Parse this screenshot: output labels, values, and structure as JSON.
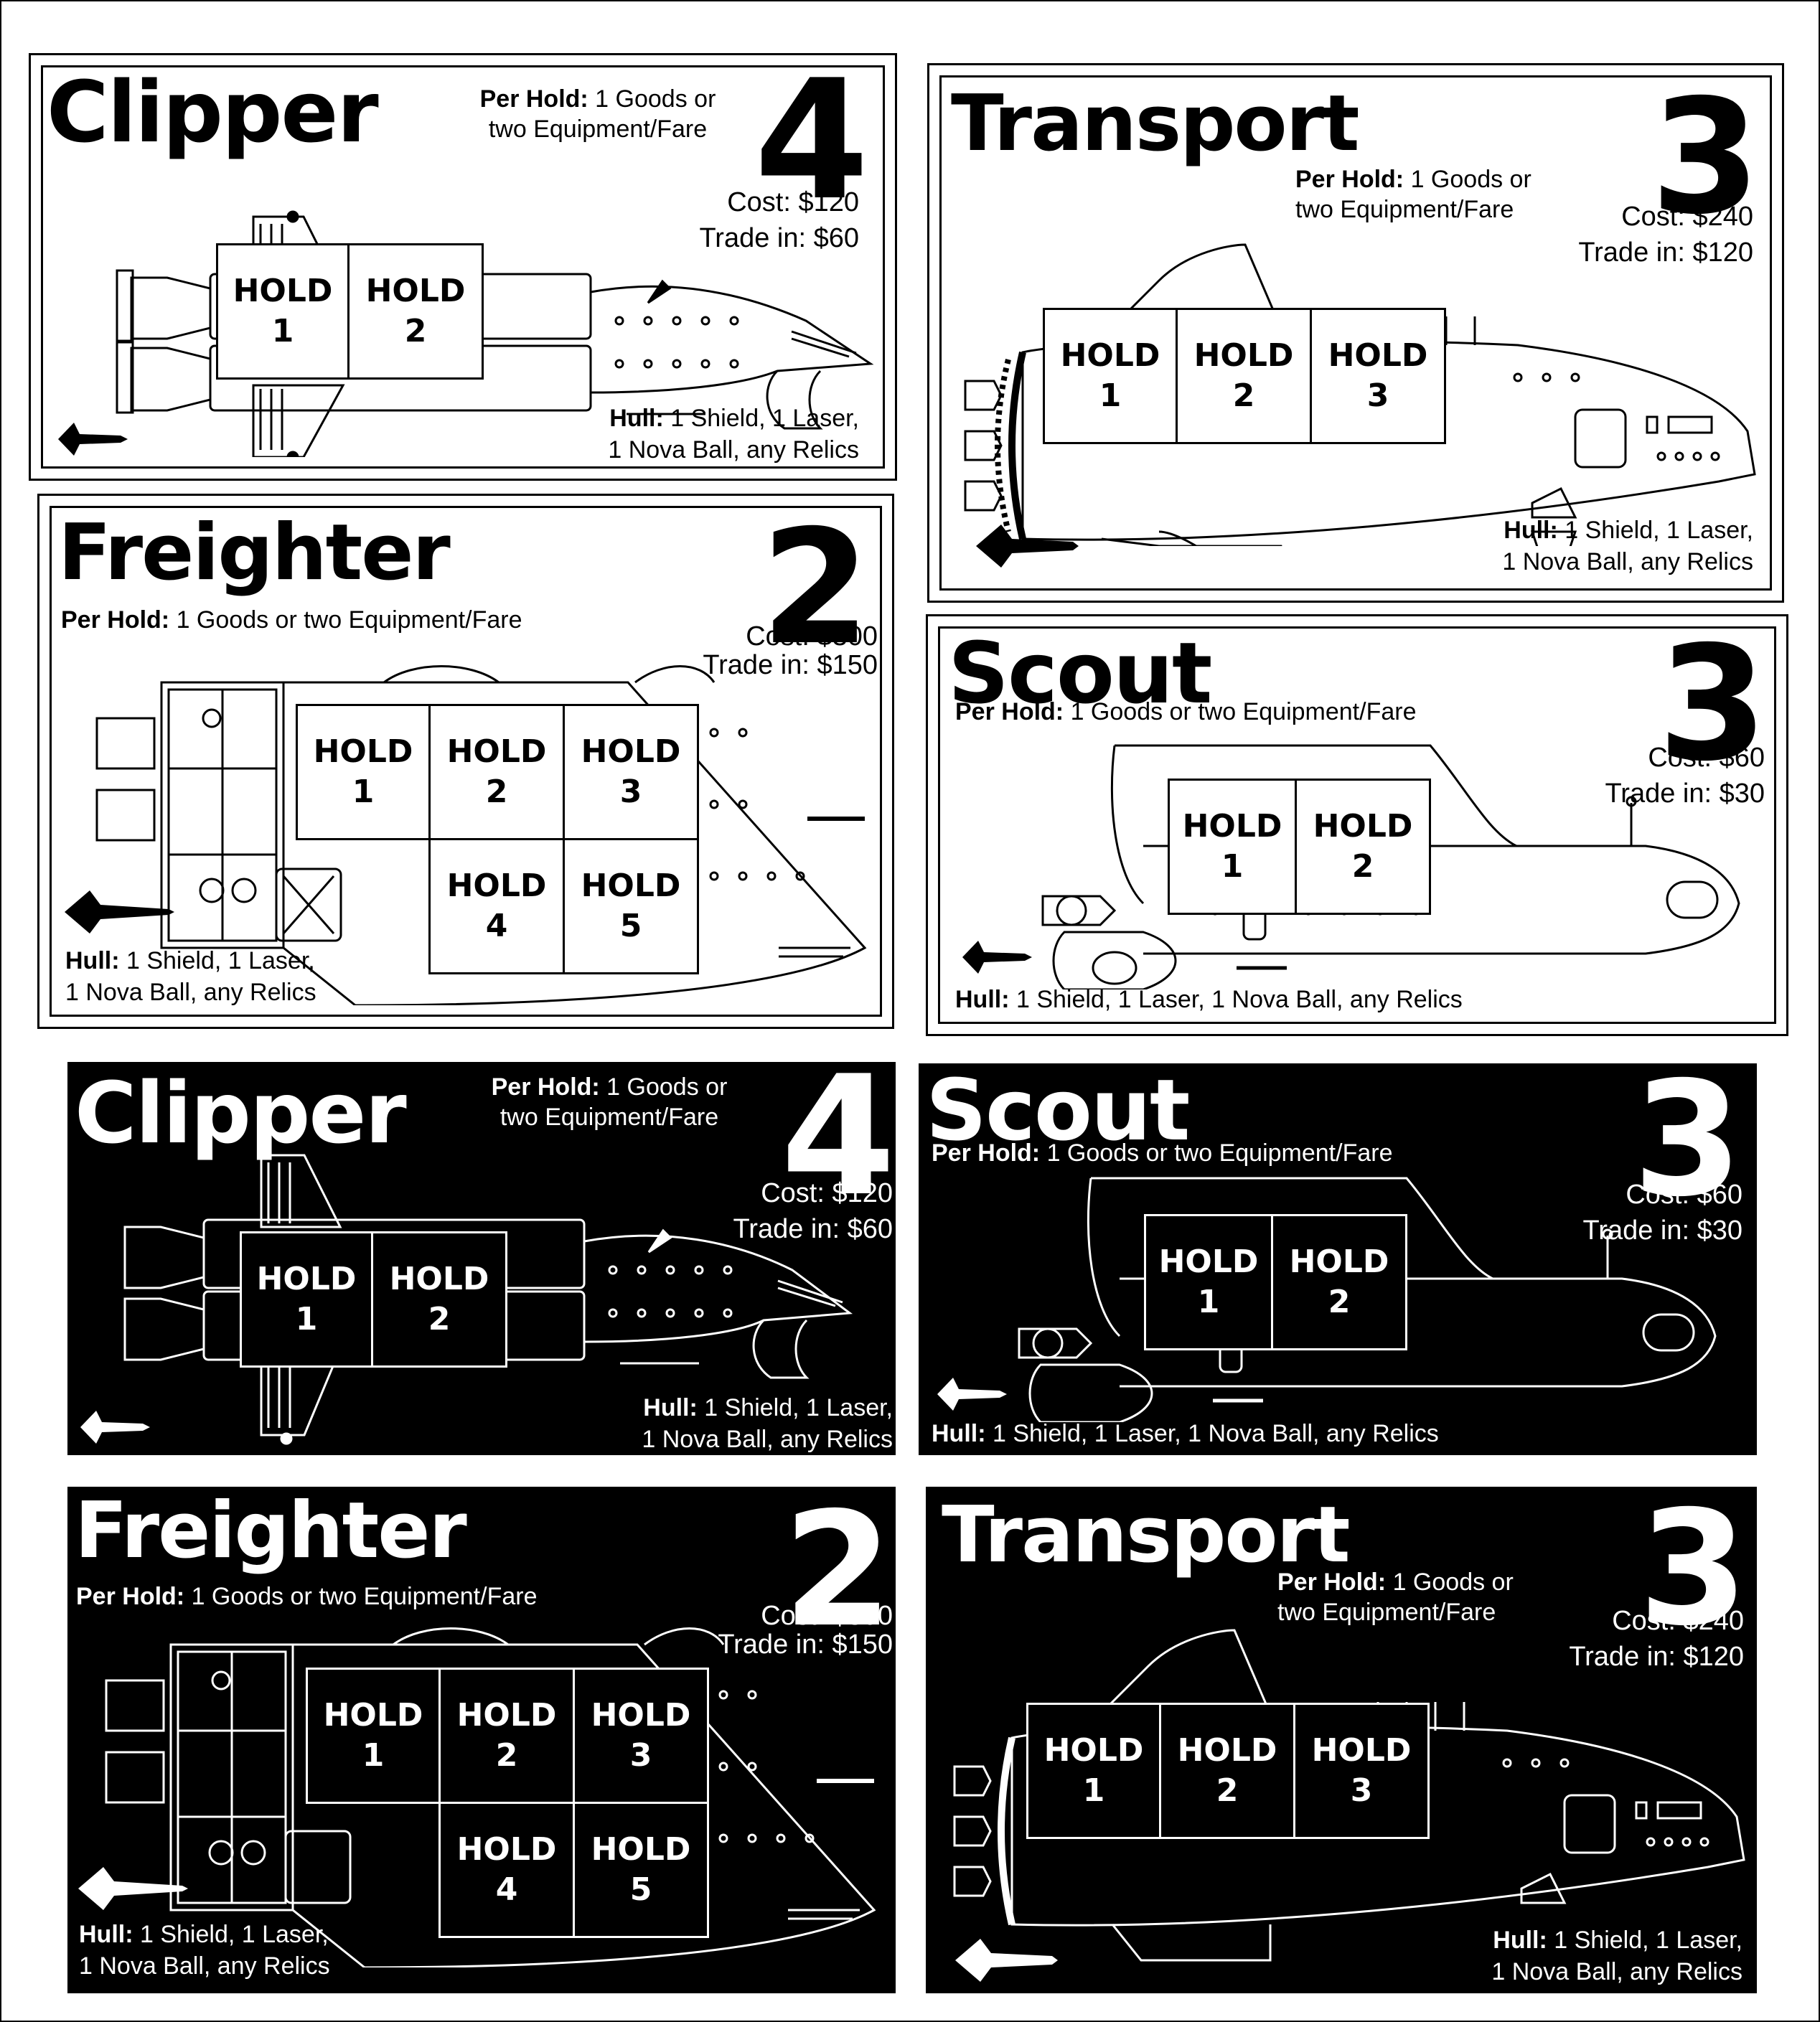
{
  "hold_label": "HOLD",
  "per_hold_label": "Per Hold:",
  "hull_label": "Hull:",
  "cards": {
    "clipper_light": {
      "name": "Clipper",
      "holds_count": "4",
      "per_hold_line1": " 1 Goods or",
      "per_hold_line2": "two Equipment/Fare",
      "cost": "Cost: $120",
      "trade": "Trade in:  $60",
      "hull_line1": " 1  Shield, 1 Laser,",
      "hull_line2": "1 Nova Ball, any Relics",
      "holds": [
        "1",
        "2"
      ]
    },
    "transport_light": {
      "name": "Transport",
      "holds_count": "3",
      "per_hold_line1": " 1 Goods or",
      "per_hold_line2": "two Equipment/Fare",
      "cost": "Cost: $240",
      "trade": "Trade in: $120",
      "hull_line1": " 1 Shield, 1 Laser,",
      "hull_line2": "1 Nova Ball, any Relics",
      "holds": [
        "1",
        "2",
        "3"
      ]
    },
    "freighter_light": {
      "name": "Freighter",
      "holds_count": "2",
      "per_hold_line1": "  1  Goods or two Equipment/Fare",
      "cost": "Cost: $300",
      "trade": "Trade in: $150",
      "hull_line1": " 1 Shield, 1 Laser,",
      "hull_line2": " 1 Nova Ball, any Relics",
      "holds": [
        "1",
        "2",
        "3",
        "4",
        "5"
      ]
    },
    "scout_light": {
      "name": "Scout",
      "holds_count": "3",
      "per_hold_line1": " 1 Goods or two Equipment/Fare",
      "cost": "Cost: $60",
      "trade": "Trade in: $30",
      "hull_line1": " 1 Shield, 1 Laser, 1 Nova Ball, any Relics",
      "holds": [
        "1",
        "2"
      ]
    },
    "clipper_dark": {
      "name": "Clipper",
      "holds_count": "4",
      "per_hold_line1": " 1 Goods or",
      "per_hold_line2": "two Equipment/Fare",
      "cost": "Cost: $120",
      "trade": "Trade in:  $60",
      "hull_line1": " 1  Shield, 1 Laser,",
      "hull_line2": "1 Nova Ball, any Relics",
      "holds": [
        "1",
        "2"
      ]
    },
    "scout_dark": {
      "name": "Scout",
      "holds_count": "3",
      "per_hold_line1": " 1 Goods or two Equipment/Fare",
      "cost": "Cost: $60",
      "trade": "Trade in: $30",
      "hull_line1": " 1 Shield, 1 Laser, 1 Nova Ball, any Relics",
      "holds": [
        "1",
        "2"
      ]
    },
    "freighter_dark": {
      "name": "Freighter",
      "holds_count": "2",
      "per_hold_line1": "  1  Goods or two Equipment/Fare",
      "cost": "Cost: $300",
      "trade": "Trade in: $150",
      "hull_line1": " 1 Shield, 1 Laser,",
      "hull_line2": " 1 Nova Ball, any Relics",
      "holds": [
        "1",
        "2",
        "3",
        "4",
        "5"
      ]
    },
    "transport_dark": {
      "name": "Transport",
      "holds_count": "3",
      "per_hold_line1": " 1 Goods or",
      "per_hold_line2": "two Equipment/Fare",
      "cost": "Cost: $240",
      "trade": "Trade in: $120",
      "hull_line1": " 1 Shield, 1 Laser,",
      "hull_line2": "1 Nova Ball, any Relics",
      "holds": [
        "1",
        "2",
        "3"
      ]
    }
  }
}
